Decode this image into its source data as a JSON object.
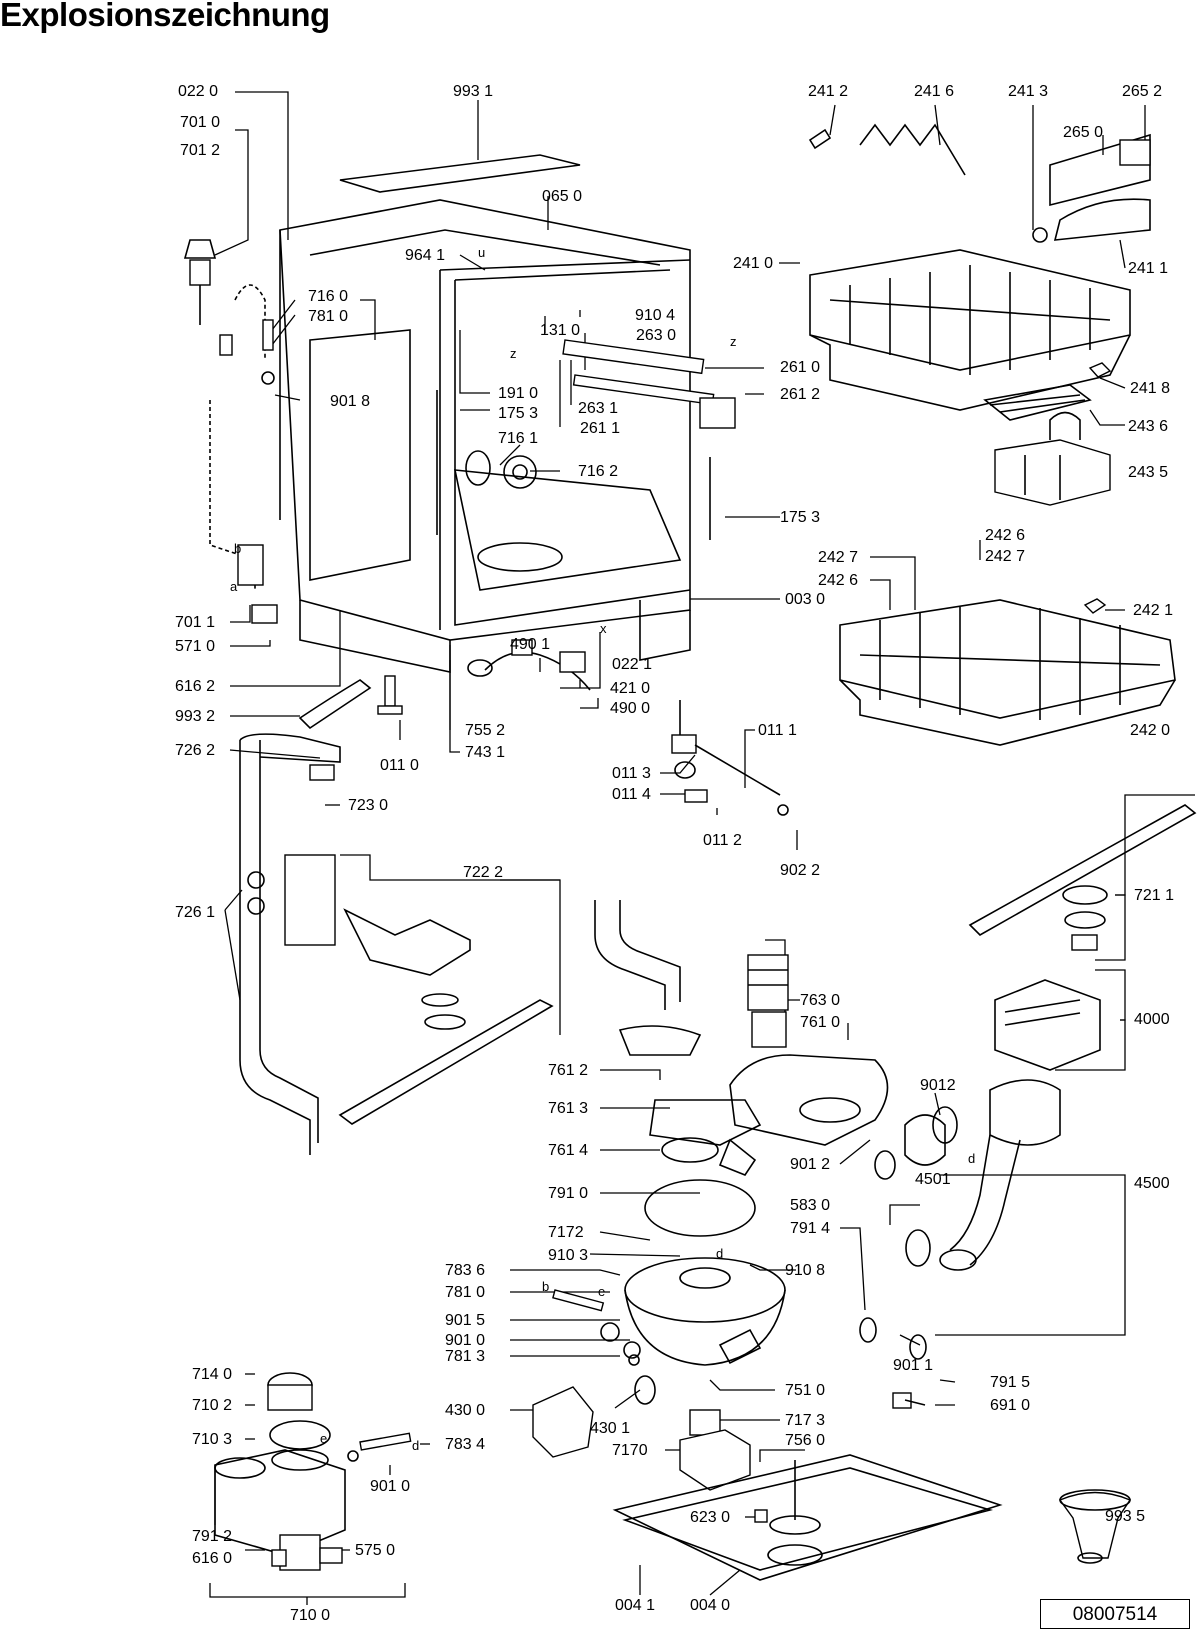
{
  "title": "Explosionszeichnung",
  "document_number": "08007514",
  "part_labels": [
    "022 0",
    "993 1",
    "701 0",
    "701 2",
    "065 0",
    "964 1",
    "716 0",
    "781 0",
    "901 8",
    "910 4",
    "131 0",
    "263 0",
    "261 0",
    "263 1",
    "261 1",
    "261 2",
    "191 0",
    "175 3",
    "716 1",
    "716 2",
    "175 3",
    "003 0",
    "701 1",
    "571 0",
    "616 2",
    "993 2",
    "490 1",
    "022 1",
    "421 0",
    "490 0",
    "755 2",
    "743 1",
    "011 0",
    "726 2",
    "723 0",
    "011 1",
    "011 3",
    "011 4",
    "011 2",
    "902 2",
    "722 2",
    "726 1",
    "241 2",
    "241 6",
    "241 3",
    "265 2",
    "265 0",
    "241 1",
    "241 0",
    "241 8",
    "243 6",
    "243 5",
    "242 6",
    "242 7",
    "242 7",
    "242 6",
    "242 1",
    "242 0",
    "721 1",
    "763 0",
    "761 0",
    "4000",
    "761 2",
    "761 3",
    "761 4",
    "9012",
    "901 2",
    "4501",
    "4500",
    "791 0",
    "583 0",
    "791 4",
    "7172",
    "910 3",
    "910 8",
    "783 6",
    "781 0",
    "901 5",
    "901 0",
    "781 3",
    "901 1",
    "751 0",
    "791 5",
    "691 0",
    "430 0",
    "430 1",
    "717 3",
    "756 0",
    "7170",
    "714 0",
    "710 2",
    "710 3",
    "783 4",
    "901 0",
    "791 2",
    "616 0",
    "575 0",
    "623 0",
    "993 5",
    "004 1",
    "004 0",
    "710 0"
  ],
  "marker_letters": [
    "b",
    "a",
    "u",
    "z",
    "z",
    "x",
    "d",
    "d",
    "b",
    "e",
    "e",
    "d"
  ]
}
